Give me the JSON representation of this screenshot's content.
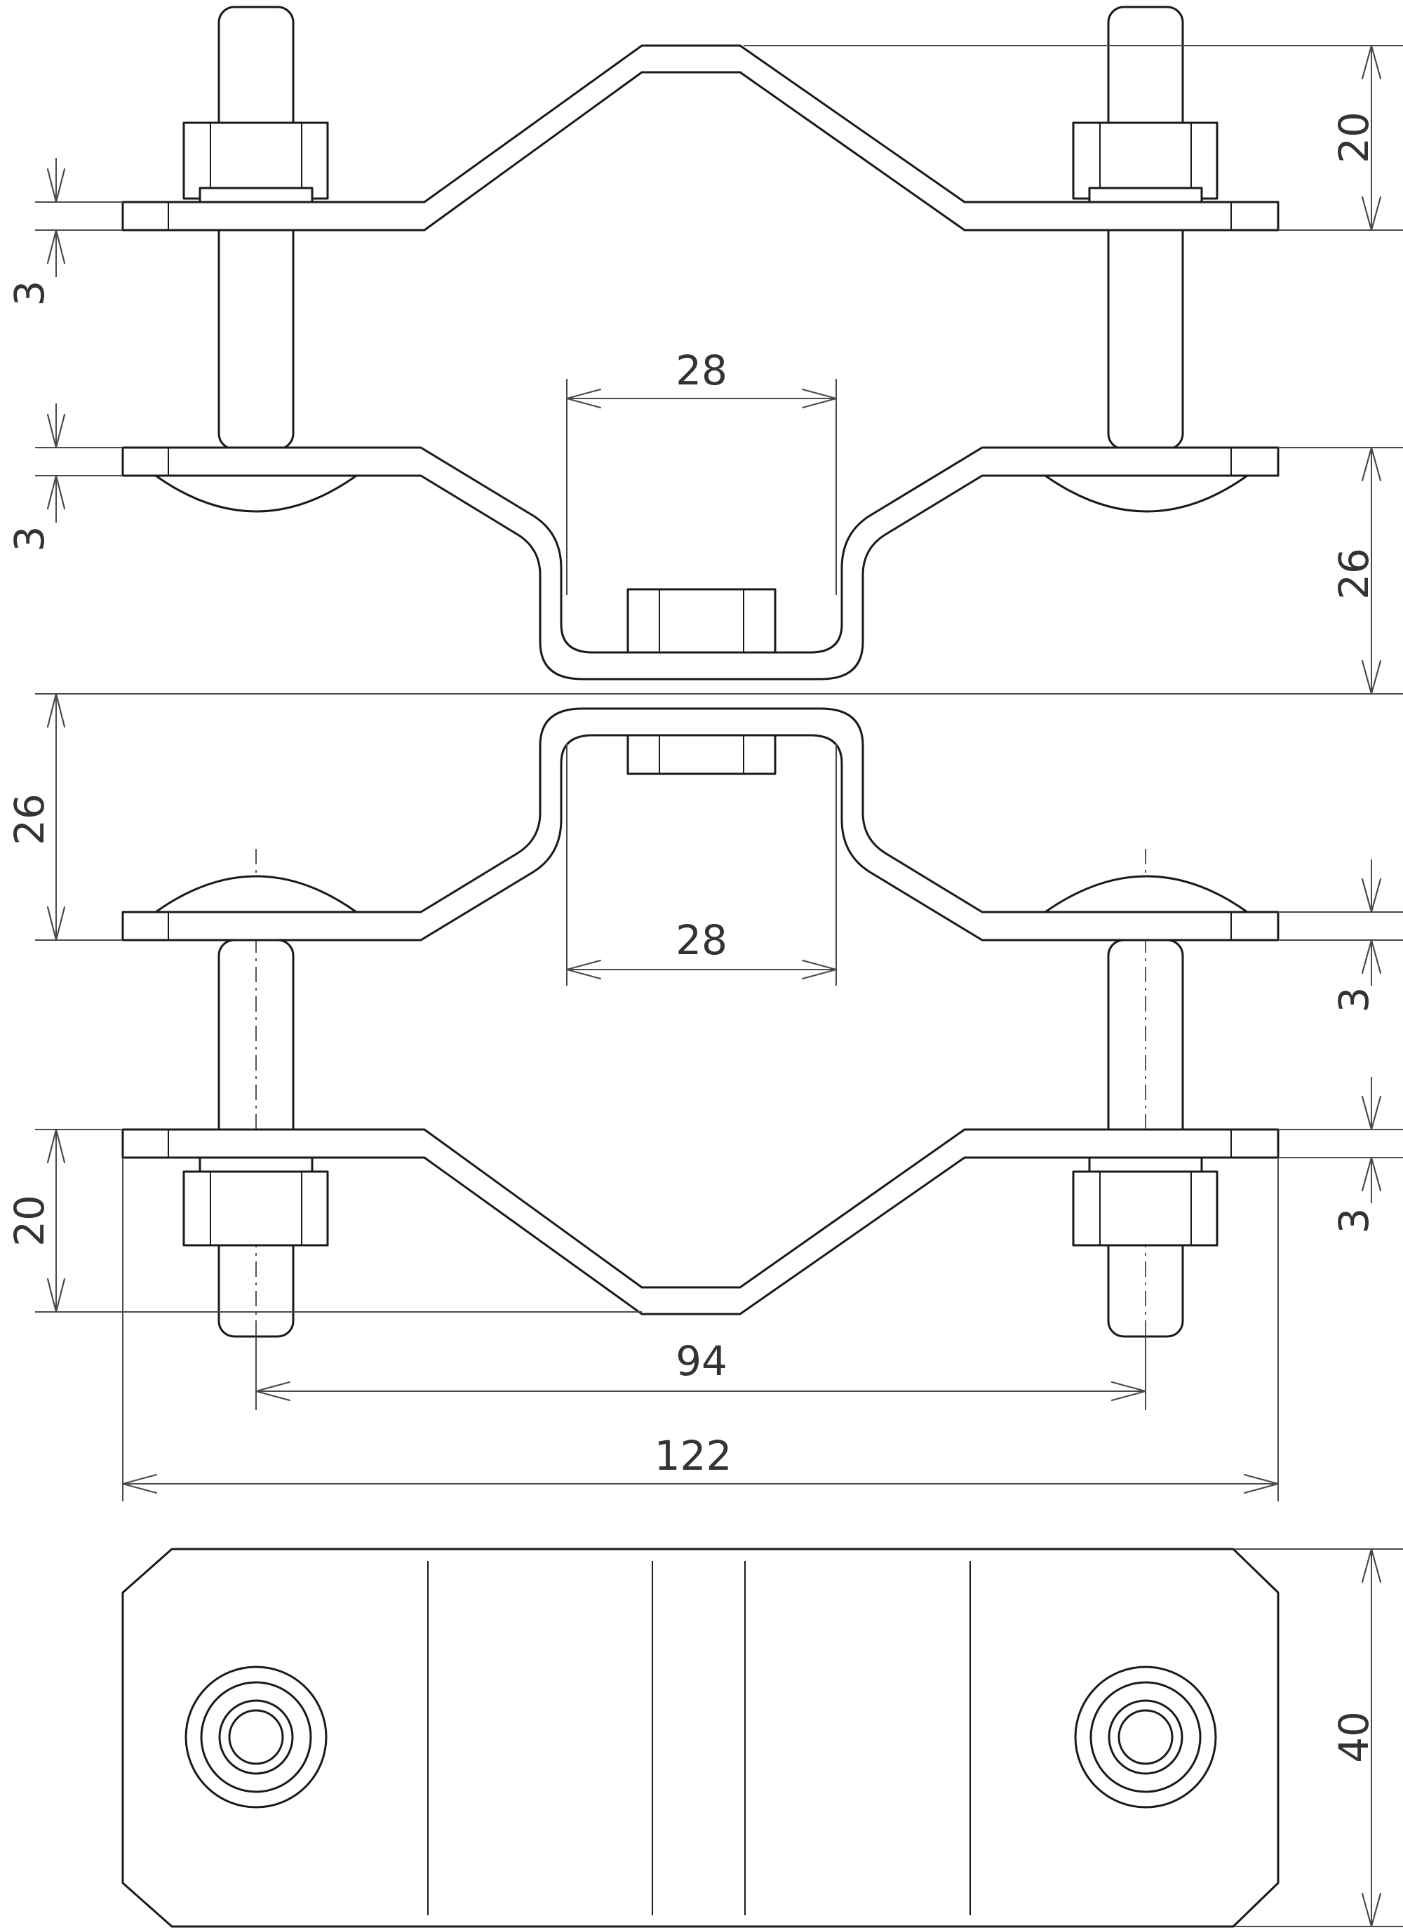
{
  "dimensions": {
    "top_clamp_height": "20",
    "top_plate_thickness": "3",
    "upper_plate_thickness": "3",
    "top_inner_width": "28",
    "upper_saddle_depth": "26",
    "lower_saddle_depth": "26",
    "bottom_inner_width": "28",
    "lower_plate_thickness": "3",
    "bottom_plate_thickness": "3",
    "bottom_clamp_height": "20",
    "bolt_spacing": "94",
    "overall_length": "122",
    "plate_width": "40"
  },
  "colors": {
    "line": "#1a1a1a",
    "dimension": "#4a4a4a",
    "background": "#ffffff"
  }
}
